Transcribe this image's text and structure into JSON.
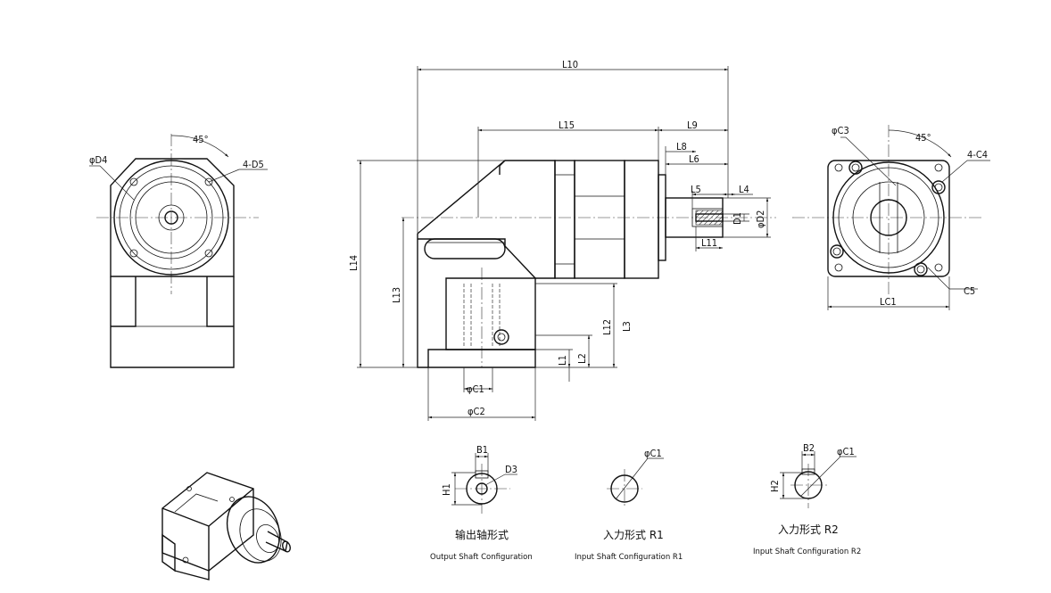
{
  "dims": {
    "L10": "L10",
    "L15": "L15",
    "L9": "L9",
    "L8": "L8",
    "L6": "L6",
    "L5": "L5",
    "L4": "L4",
    "L11": "L11",
    "D1": "D1",
    "D2": "φD2",
    "L14": "L14",
    "L13": "L13",
    "L12": "L12",
    "L3": "L3",
    "L1": "L1",
    "L2": "L2",
    "C1": "φC1",
    "C2": "φC2",
    "D4": "φD4",
    "D5": "4-D5",
    "angle_left": "45°",
    "C3": "φC3",
    "C4": "4-C4",
    "C5": "C5",
    "LC1": "LC1",
    "angle_right": "45°"
  },
  "configs": {
    "output": {
      "B1": "B1",
      "D3": "D3",
      "H1": "H1",
      "title_cn": "输出轴形式",
      "title_en": "Output Shaft Configuration"
    },
    "r1": {
      "C1": "φC1",
      "title_cn": "入力形式 R1",
      "title_en": "Input Shaft Configuration R1"
    },
    "r2": {
      "B2": "B2",
      "C1": "φC1",
      "H2": "H2",
      "title_cn": "入力形式 R2",
      "title_en": "Input Shaft Configuration R2"
    }
  }
}
